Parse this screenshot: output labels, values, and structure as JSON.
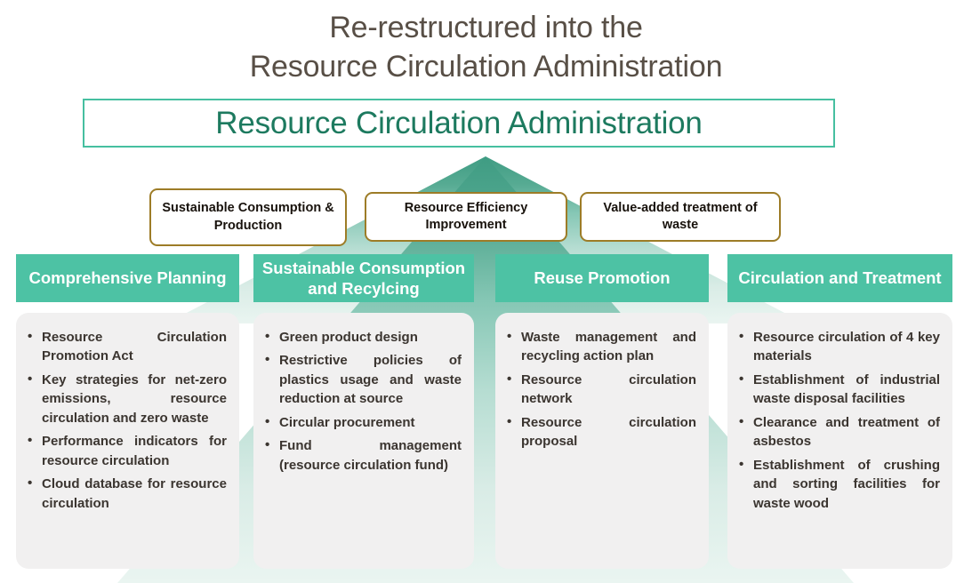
{
  "heading": {
    "line1": "Re-restructured into the",
    "line2": "Resource Circulation Administration"
  },
  "title_box": {
    "text": "Resource Circulation Administration"
  },
  "colors": {
    "heading_text": "#584f46",
    "title_text": "#1d7a5f",
    "title_border": "#46bfa0",
    "pill_border": "#9d7c27",
    "column_header_bg": "#4dc2a4",
    "column_header_text": "#ffffff",
    "column_body_bg": "#f1f0f0",
    "bullet_text": "#3b3530",
    "pyramid_top": "#3f9c83",
    "pyramid_mid": "#8fcdbc",
    "pyramid_base": "#e3f1ec"
  },
  "pillars": [
    {
      "label": "Sustainable Consumption & Production"
    },
    {
      "label": "Resource Efficiency Improvement"
    },
    {
      "label": "Value-added treatment of waste"
    }
  ],
  "columns": [
    {
      "header": "Comprehensive Planning",
      "items": [
        "Resource Circulation Promotion Act",
        "Key strategies for net-zero emissions, resource circulation and zero waste",
        "Performance indicators for resource circulation",
        "Cloud database for resource circulation"
      ]
    },
    {
      "header": "Sustainable Consumption and Recylcing",
      "items": [
        "Green product design",
        "Restrictive policies of plastics usage and waste reduction at source",
        "Circular procurement",
        "Fund management (resource circulation fund)"
      ]
    },
    {
      "header": "Reuse Promotion",
      "items": [
        "Waste management and recycling action plan",
        "Resource circulation network",
        "Resource circulation proposal"
      ]
    },
    {
      "header": "Circulation and Treatment",
      "items": [
        "Resource circulation of 4 key materials",
        "Establishment of industrial waste disposal facilities",
        "Clearance and treatment of asbestos",
        "Establishment of crushing and sorting facilities for waste wood"
      ]
    }
  ]
}
